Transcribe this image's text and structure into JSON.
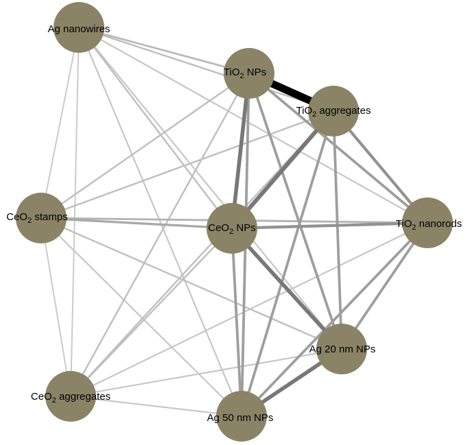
{
  "colors": {
    "node_fill": "#8a8366",
    "background": "#ffffff",
    "label_text": "#000000"
  },
  "nodes": [
    {
      "id": "ag_nanowires",
      "label": "Ag nanowires"
    },
    {
      "id": "tio2_nps",
      "label": "TiO",
      "sub": "2",
      "suffix": " NPs"
    },
    {
      "id": "tio2_aggregates",
      "label": "TiO",
      "sub": "2",
      "suffix": " aggregates"
    },
    {
      "id": "ceo2_stamps",
      "label": "CeO",
      "sub": "2",
      "suffix": " stamps"
    },
    {
      "id": "ceo2_nps",
      "label": "CeO",
      "sub": "2",
      "suffix": " NPs"
    },
    {
      "id": "tio2_nanorods",
      "label": "TiO",
      "sub": "2",
      "suffix": " nanorods"
    },
    {
      "id": "ag_20nm_nps",
      "label": "Ag 20 nm NPs"
    },
    {
      "id": "ceo2_aggregates",
      "label": "CeO",
      "sub": "2",
      "suffix": " aggregates"
    },
    {
      "id": "ag_50nm_nps",
      "label": "Ag 50 nm NPs"
    }
  ],
  "edges": [
    {
      "source": "tio2_nps",
      "target": "tio2_aggregates",
      "weight": 1.0
    },
    {
      "source": "tio2_aggregates",
      "target": "ceo2_nps",
      "weight": 0.55
    },
    {
      "source": "tio2_nps",
      "target": "ceo2_nps",
      "weight": 0.5
    },
    {
      "source": "ceo2_nps",
      "target": "ag_20nm_nps",
      "weight": 0.5
    },
    {
      "source": "ag_20nm_nps",
      "target": "ag_50nm_nps",
      "weight": 0.5
    },
    {
      "source": "tio2_aggregates",
      "target": "tio2_nanorods",
      "weight": 0.35
    },
    {
      "source": "ceo2_nps",
      "target": "tio2_nanorods",
      "weight": 0.35
    },
    {
      "source": "tio2_nps",
      "target": "tio2_nanorods",
      "weight": 0.3
    },
    {
      "source": "tio2_nps",
      "target": "ag_20nm_nps",
      "weight": 0.3
    },
    {
      "source": "tio2_aggregates",
      "target": "ag_20nm_nps",
      "weight": 0.3
    },
    {
      "source": "tio2_aggregates",
      "target": "ag_50nm_nps",
      "weight": 0.3
    },
    {
      "source": "ceo2_nps",
      "target": "ag_50nm_nps",
      "weight": 0.3
    },
    {
      "source": "tio2_nanorods",
      "target": "ag_20nm_nps",
      "weight": 0.3
    },
    {
      "source": "tio2_nanorods",
      "target": "ag_50nm_nps",
      "weight": 0.3
    },
    {
      "source": "tio2_nps",
      "target": "ag_50nm_nps",
      "weight": 0.3
    },
    {
      "source": "ceo2_stamps",
      "target": "ceo2_nps",
      "weight": 0.25
    },
    {
      "source": "ceo2_stamps",
      "target": "tio2_nanorods",
      "weight": 0.2
    },
    {
      "source": "ag_nanowires",
      "target": "tio2_nps",
      "weight": 0.18
    },
    {
      "source": "ag_nanowires",
      "target": "tio2_aggregates",
      "weight": 0.15
    },
    {
      "source": "ag_nanowires",
      "target": "ceo2_nps",
      "weight": 0.15
    },
    {
      "source": "ag_nanowires",
      "target": "tio2_nanorods",
      "weight": 0.12
    },
    {
      "source": "ag_nanowires",
      "target": "ag_20nm_nps",
      "weight": 0.12
    },
    {
      "source": "ag_nanowires",
      "target": "ag_50nm_nps",
      "weight": 0.12
    },
    {
      "source": "ag_nanowires",
      "target": "ceo2_stamps",
      "weight": 0.1
    },
    {
      "source": "ag_nanowires",
      "target": "ceo2_aggregates",
      "weight": 0.1
    },
    {
      "source": "ceo2_stamps",
      "target": "tio2_nps",
      "weight": 0.15
    },
    {
      "source": "ceo2_stamps",
      "target": "tio2_aggregates",
      "weight": 0.15
    },
    {
      "source": "ceo2_stamps",
      "target": "ag_20nm_nps",
      "weight": 0.15
    },
    {
      "source": "ceo2_stamps",
      "target": "ag_50nm_nps",
      "weight": 0.12
    },
    {
      "source": "ceo2_stamps",
      "target": "ceo2_aggregates",
      "weight": 0.1
    },
    {
      "source": "ceo2_aggregates",
      "target": "tio2_nps",
      "weight": 0.15
    },
    {
      "source": "ceo2_aggregates",
      "target": "tio2_aggregates",
      "weight": 0.15
    },
    {
      "source": "ceo2_aggregates",
      "target": "ceo2_nps",
      "weight": 0.15
    },
    {
      "source": "ceo2_aggregates",
      "target": "tio2_nanorods",
      "weight": 0.12
    },
    {
      "source": "ceo2_aggregates",
      "target": "ag_20nm_nps",
      "weight": 0.12
    },
    {
      "source": "ceo2_aggregates",
      "target": "ag_50nm_nps",
      "weight": 0.12
    }
  ]
}
